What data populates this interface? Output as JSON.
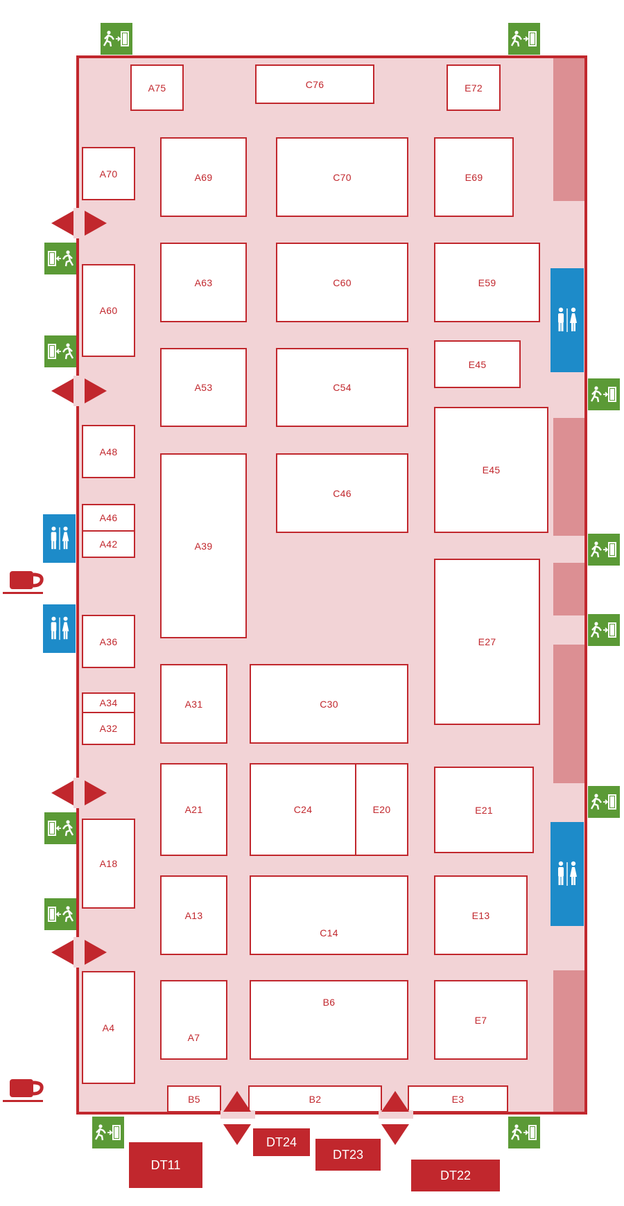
{
  "colors": {
    "wall": "#c1272d",
    "floor": "#f2d3d6",
    "stripe": "#dc8f93",
    "toilet": "#1d8bc9",
    "exit": "#5b9a36"
  },
  "booths": {
    "a75": "A75",
    "c76": "C76",
    "e72": "E72",
    "a70": "A70",
    "a69": "A69",
    "c70": "C70",
    "e69": "E69",
    "a63": "A63",
    "c60": "C60",
    "e59": "E59",
    "a60": "A60",
    "a53": "A53",
    "c54": "C54",
    "e45a": "E45",
    "a48": "A48",
    "e45b": "E45",
    "c46": "C46",
    "a46": "A46",
    "a42": "A42",
    "a39": "A39",
    "a36": "A36",
    "e27": "E27",
    "a34": "A34",
    "a32": "A32",
    "a31": "A31",
    "c30": "C30",
    "a21": "A21",
    "c24": "C24",
    "e20": "E20",
    "e21": "E21",
    "a18": "A18",
    "a13": "A13",
    "c14": "C14",
    "e13": "E13",
    "a4": "A4",
    "a7": "A7",
    "b6": "B6",
    "e7": "E7",
    "b5": "B5",
    "b2": "B2",
    "e3": "E3"
  },
  "outdoor": {
    "dt11": "DT11",
    "dt24": "DT24",
    "dt23": "DT23",
    "dt22": "DT22"
  },
  "icons": {
    "exit": "emergency-exit-icon",
    "toilet": "toilet-icon",
    "cafe": "coffee-cup-icon",
    "entrance": "entrance-arrow-icon"
  }
}
